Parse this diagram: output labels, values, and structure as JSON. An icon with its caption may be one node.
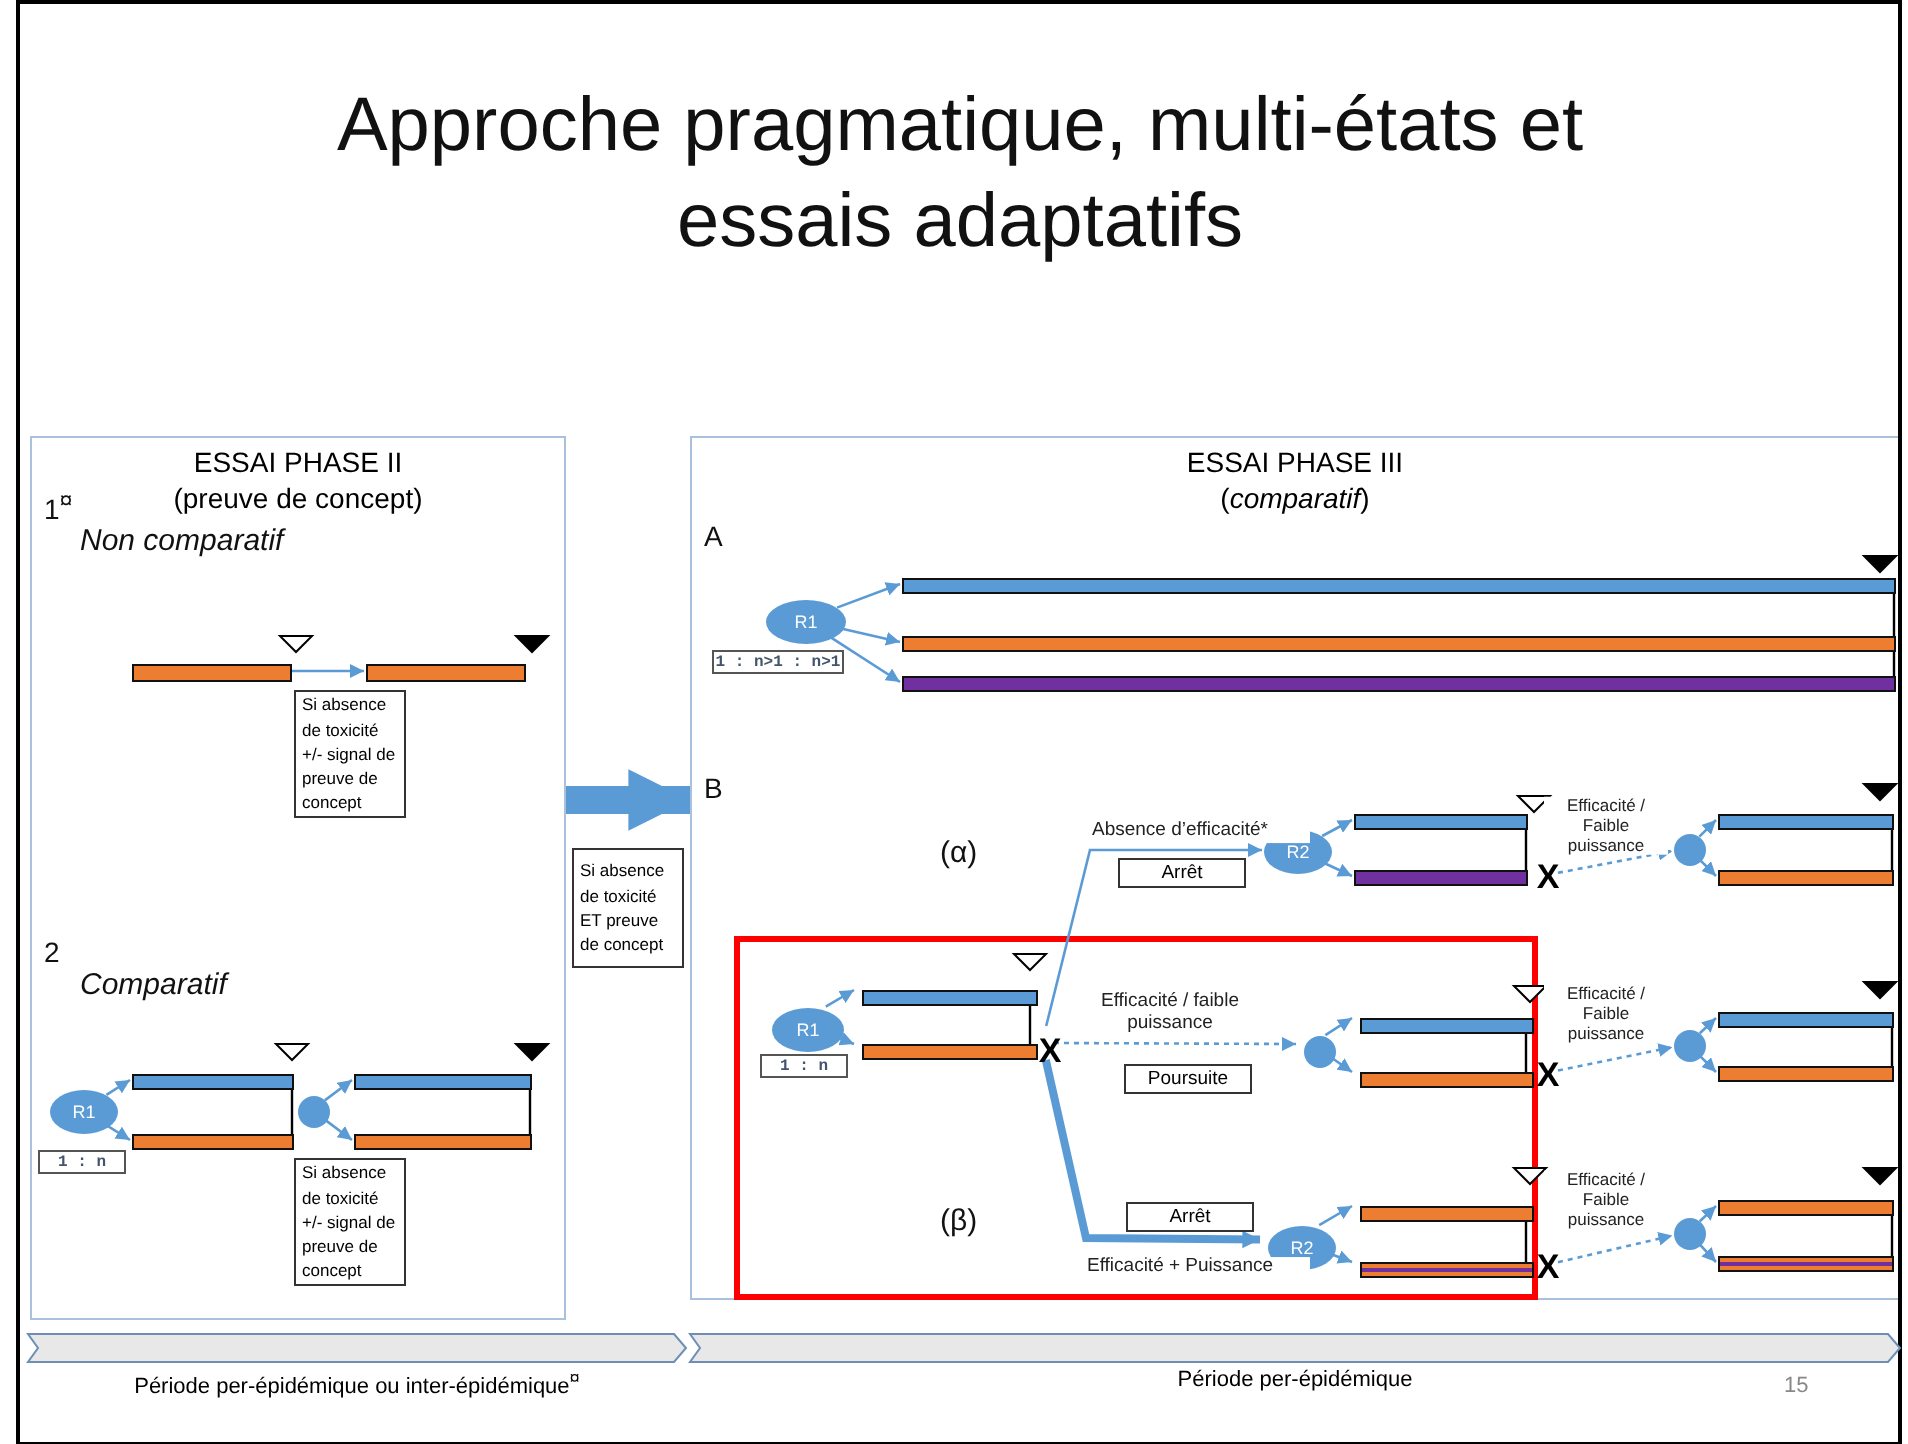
{
  "diagram": {
    "title": "Approche pragmatique, multi-états et essais adaptatifs",
    "nodes": [
      {
        "text": [
          "ESSAI PHASE II (preuve de concept)"
        ]
      },
      {
        "text": [],
        "shape": "bar",
        "in": 0
      },
      {
        "text": [],
        "shape": "bar",
        "in": 0
      },
      {
        "text": [
          "Si absence de toxicité +/- signal de preuve de concept"
        ],
        "in": 0
      },
      {
        "text": [
          "R1"
        ],
        "in": 0
      },
      {
        "text": [],
        "shape": "bar",
        "in": 0
      },
      {
        "text": [],
        "shape": "bar",
        "in": 0
      },
      {
        "text": [
          "1 : n"
        ],
        "in": 0
      },
      {
        "text": [],
        "shape": "circle",
        "in": 0
      },
      {
        "text": [],
        "shape": "bar",
        "in": 0
      },
      {
        "text": [],
        "shape": "bar",
        "in": 0
      },
      {
        "text": [
          "Si absence de toxicité +/- signal de preuve de concept"
        ],
        "in": 0
      },
      {
        "text": [
          "Si absence de toxicité ET preuve de concept"
        ]
      },
      {
        "text": [
          "ESSAI PHASE III (*comparatif*)"
        ]
      },
      {
        "text": [
          "R1"
        ],
        "in": 13
      },
      {
        "text": [],
        "shape": "bar",
        "in": 13
      },
      {
        "text": [],
        "shape": "bar",
        "in": 13
      },
      {
        "text": [],
        "shape": "bar",
        "in": 13
      },
      {
        "text": [
          "1 : n>1 : n>1"
        ],
        "in": 13
      },
      {
        "text": [
          "Arrêt"
        ],
        "in": 13
      },
      {
        "text": [
          "R2"
        ],
        "in": 13
      },
      {
        "text": [],
        "shape": "bar",
        "in": 13
      },
      {
        "text": [],
        "shape": "bar",
        "in": 13
      },
      {
        "text": [
          "X"
        ],
        "in": 13
      },
      {
        "text": [],
        "shape": "circle",
        "in": 13
      },
      {
        "text": [],
        "shape": "bar",
        "in": 13
      },
      {
        "text": [],
        "shape": "bar",
        "in": 13
      },
      {
        "text": [],
        "shape": "box",
        "in": 13
      },
      {
        "text": [
          "R1"
        ],
        "in": 27
      },
      {
        "text": [],
        "shape": "bar",
        "in": 27
      },
      {
        "text": [],
        "shape": "bar",
        "in": 27
      },
      {
        "text": [
          "1 : n"
        ],
        "in": 27
      },
      {
        "text": [
          "X"
        ],
        "in": 27
      },
      {
        "text": [
          "Poursuite"
        ],
        "in": 27
      },
      {
        "text": [],
        "shape": "circle",
        "in": 27
      },
      {
        "text": [],
        "shape": "bar",
        "in": 27
      },
      {
        "text": [],
        "shape": "bar",
        "in": 27
      },
      {
        "text": [
          "X"
        ],
        "in": 13
      },
      {
        "text": [],
        "shape": "circle",
        "in": 13
      },
      {
        "text": [],
        "shape": "bar",
        "in": 13
      },
      {
        "text": [],
        "shape": "bar",
        "in": 13
      },
      {
        "text": [
          "Arrêt"
        ],
        "in": 27
      },
      {
        "text": [
          "R2"
        ],
        "in": 27
      },
      {
        "text": [],
        "shape": "bar",
        "in": 27
      },
      {
        "text": [],
        "shape": "bar",
        "in": 27
      },
      {
        "text": [
          "X"
        ],
        "in": 13
      },
      {
        "text": [],
        "shape": "circle",
        "in": 13
      },
      {
        "text": [],
        "shape": "bar",
        "in": 13
      },
      {
        "text": [],
        "shape": "bar",
        "in": 13
      },
      {
        "text": [
          "Période per-épidémique ou inter-épidémique$^{¤}$"
        ]
      },
      {
        "text": [
          "Période per-épidémique"
        ]
      }
    ],
    "edges": [
      {
        "from": 1,
        "to": 2,
        "arrow": "to"
      },
      {
        "from": 4,
        "to": 5,
        "arrow": "to"
      },
      {
        "from": 4,
        "to": 6,
        "arrow": "to"
      },
      {
        "from": 8,
        "to": 9,
        "arrow": "to"
      },
      {
        "from": 8,
        "to": 10,
        "arrow": "to"
      },
      {
        "from": 0,
        "to": 13,
        "arrow": "to",
        "style": "thick"
      },
      {
        "from": 14,
        "to": 15,
        "arrow": "to"
      },
      {
        "from": 14,
        "to": 16,
        "arrow": "to"
      },
      {
        "from": 14,
        "to": 17,
        "arrow": "to"
      },
      {
        "from": 32,
        "to": 20,
        "arrow": "to",
        "label": "Absence d’efficacité*"
      },
      {
        "from": 20,
        "to": 21,
        "arrow": "to"
      },
      {
        "from": 20,
        "to": 22,
        "arrow": "to"
      },
      {
        "from": 23,
        "to": 24,
        "arrow": "to",
        "label": "Efficacité / Faible puissance",
        "style": "dashed"
      },
      {
        "from": 24,
        "to": 25,
        "arrow": "to"
      },
      {
        "from": 24,
        "to": 26,
        "arrow": "to"
      },
      {
        "from": 28,
        "to": 29,
        "arrow": "to"
      },
      {
        "from": 28,
        "to": 30,
        "arrow": "to"
      },
      {
        "from": 32,
        "to": 34,
        "arrow": "to",
        "label": "Efficacité / faible puissance",
        "style": "dashed"
      },
      {
        "from": 34,
        "to": 35,
        "arrow": "to"
      },
      {
        "from": 34,
        "to": 36,
        "arrow": "to"
      },
      {
        "from": 37,
        "to": 38,
        "arrow": "to",
        "label": "Efficacité / Faible puissance",
        "style": "dashed"
      },
      {
        "from": 38,
        "to": 39,
        "arrow": "to"
      },
      {
        "from": 38,
        "to": 40,
        "arrow": "to"
      },
      {
        "from": 32,
        "to": 42,
        "arrow": "to",
        "label": "Efficacité + Puissance",
        "style": "thick"
      },
      {
        "from": 42,
        "to": 43,
        "arrow": "to"
      },
      {
        "from": 42,
        "to": 44,
        "arrow": "to"
      },
      {
        "from": 45,
        "to": 46,
        "arrow": "to",
        "label": "Efficacité / Faible puissance",
        "style": "dashed"
      },
      {
        "from": 46,
        "to": 47,
        "arrow": "to"
      },
      {
        "from": 46,
        "to": 48,
        "arrow": "to"
      }
    ],
    "labels": [
      "1$^{¤}$",
      "Non comparatif",
      "2",
      "Comparatif",
      "A",
      "B",
      "(α)",
      "(β)",
      "15"
    ]
  }
}
